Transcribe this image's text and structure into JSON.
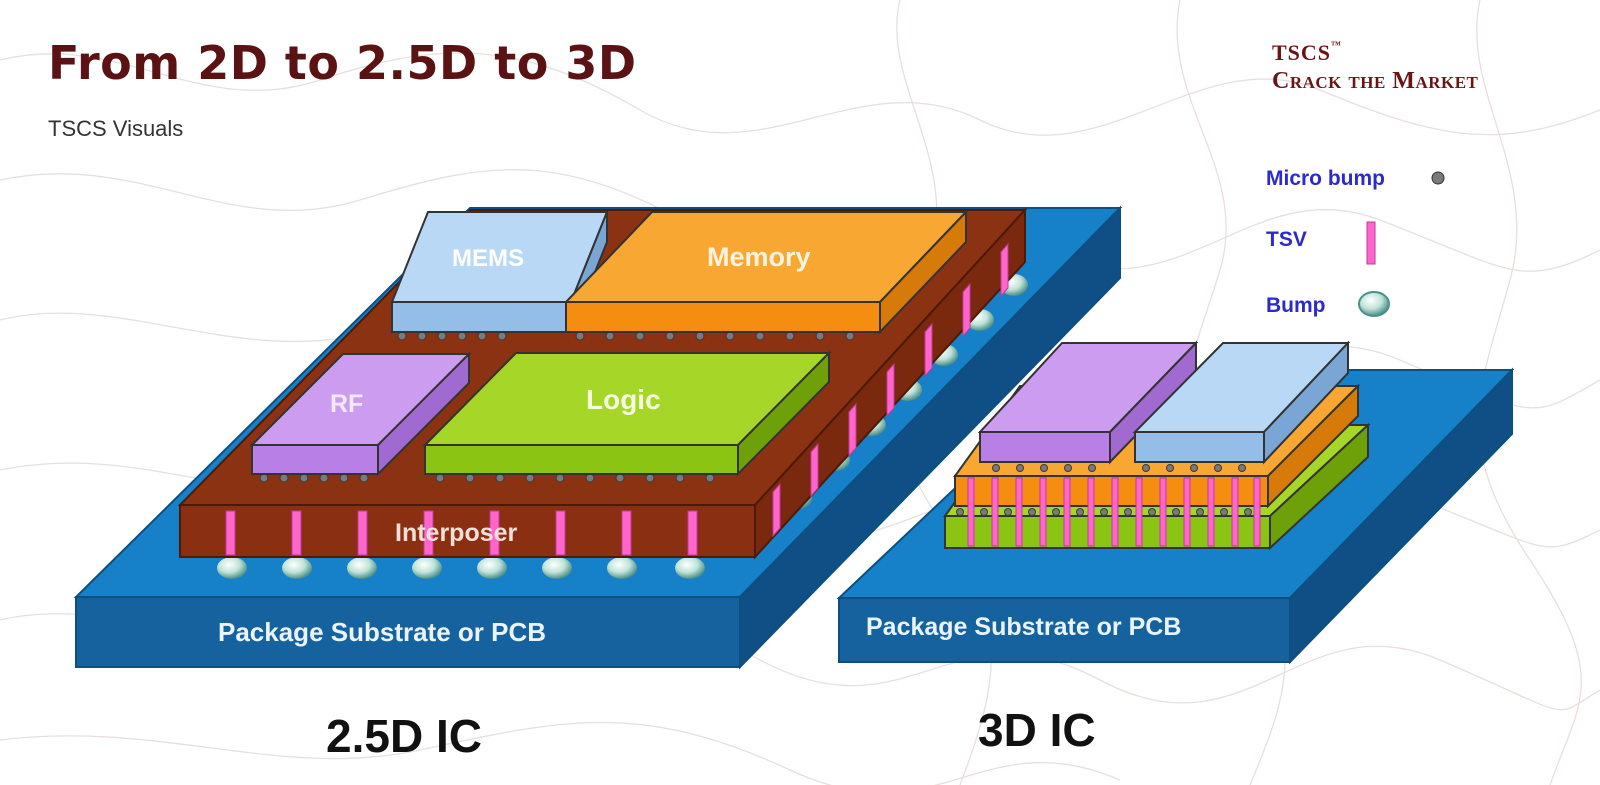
{
  "header": {
    "title": "From 2D to 2.5D to 3D",
    "subtitle": "TSCS Visuals"
  },
  "brand": {
    "name": "TSCS",
    "trademark": "™",
    "tagline": "Crack the Market"
  },
  "legend": [
    {
      "label": "Micro bump",
      "icon": "micro-bump-icon"
    },
    {
      "label": "TSV",
      "icon": "tsv-icon"
    },
    {
      "label": "Bump",
      "icon": "bump-icon"
    }
  ],
  "ic25": {
    "caption": "2.5D IC",
    "substrate": "Package Substrate or PCB",
    "interposer": "Interposer",
    "chips": {
      "mems": "MEMS",
      "memory": "Memory",
      "rf": "RF",
      "logic": "Logic"
    }
  },
  "ic3": {
    "caption": "3D IC",
    "substrate": "Package Substrate or PCB"
  },
  "colors": {
    "title": "#5a1212",
    "substrate": "#1468a8",
    "interposer": "#8b2f12",
    "memory": "#f59a20",
    "mems": "#a8cdf0",
    "rf": "#c898ec",
    "logic": "#92c81e",
    "tsv": "#ff66cc",
    "legend_text": "#2a2ad0"
  }
}
